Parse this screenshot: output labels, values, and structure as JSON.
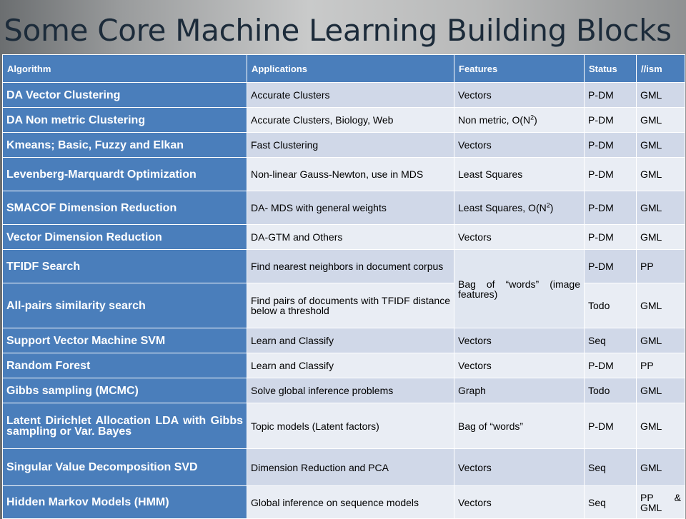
{
  "title": "Some Core Machine Learning Building Blocks",
  "headers": [
    "Algorithm",
    "Applications",
    "Features",
    "Status",
    "//ism"
  ],
  "rows": [
    {
      "algorithm": "DA Vector Clustering",
      "application": "Accurate Clusters",
      "features": "Vectors",
      "status": "P-DM",
      "ism": "GML"
    },
    {
      "algorithm": "DA Non metric Clustering",
      "application": "Accurate Clusters, Biology, Web",
      "features": "Non metric, O(N²)",
      "status": "P-DM",
      "ism": "GML"
    },
    {
      "algorithm": "Kmeans; Basic, Fuzzy and Elkan",
      "application": "Fast Clustering",
      "features": "Vectors",
      "status": "P-DM",
      "ism": "GML"
    },
    {
      "algorithm": "Levenberg-Marquardt Optimization",
      "application": "Non-linear Gauss-Newton, use in MDS",
      "features": "Least Squares",
      "status": "P-DM",
      "ism": "GML"
    },
    {
      "algorithm": "SMACOF Dimension Reduction",
      "application": "DA- MDS with general weights",
      "features": "Least Squares, O(N²)",
      "status": "P-DM",
      "ism": "GML"
    },
    {
      "algorithm": "Vector Dimension Reduction",
      "application": "DA-GTM and Others",
      "features": "Vectors",
      "status": "P-DM",
      "ism": "GML"
    },
    {
      "algorithm": "TFIDF Search",
      "application": "Find nearest neighbors in document corpus",
      "features": "Bag of “words” (image features)",
      "status": "P-DM",
      "ism": "PP"
    },
    {
      "algorithm": "All-pairs similarity search",
      "application": "Find pairs of documents with TFIDF distance below a threshold",
      "status": "Todo",
      "ism": "GML"
    },
    {
      "algorithm": "Support Vector Machine SVM",
      "application": "Learn and Classify",
      "features": "Vectors",
      "status": "Seq",
      "ism": "GML"
    },
    {
      "algorithm": "Random Forest",
      "application": "Learn and Classify",
      "features": "Vectors",
      "status": "P-DM",
      "ism": "PP"
    },
    {
      "algorithm": "Gibbs sampling (MCMC)",
      "application": "Solve global inference problems",
      "features": "Graph",
      "status": "Todo",
      "ism": "GML"
    },
    {
      "algorithm": "Latent Dirichlet Allocation LDA with Gibbs sampling or Var. Bayes",
      "application": "Topic models (Latent factors)",
      "features": "Bag of “words”",
      "status": "P-DM",
      "ism": "GML"
    },
    {
      "algorithm": "Singular Value Decomposition SVD",
      "application": "Dimension Reduction and PCA",
      "features": "Vectors",
      "status": "Seq",
      "ism": "GML"
    },
    {
      "algorithm": "Hidden Markov Models (HMM)",
      "application": "Global inference on sequence models",
      "features": "Vectors",
      "status": "Seq",
      "ism": "PP & GML"
    }
  ]
}
